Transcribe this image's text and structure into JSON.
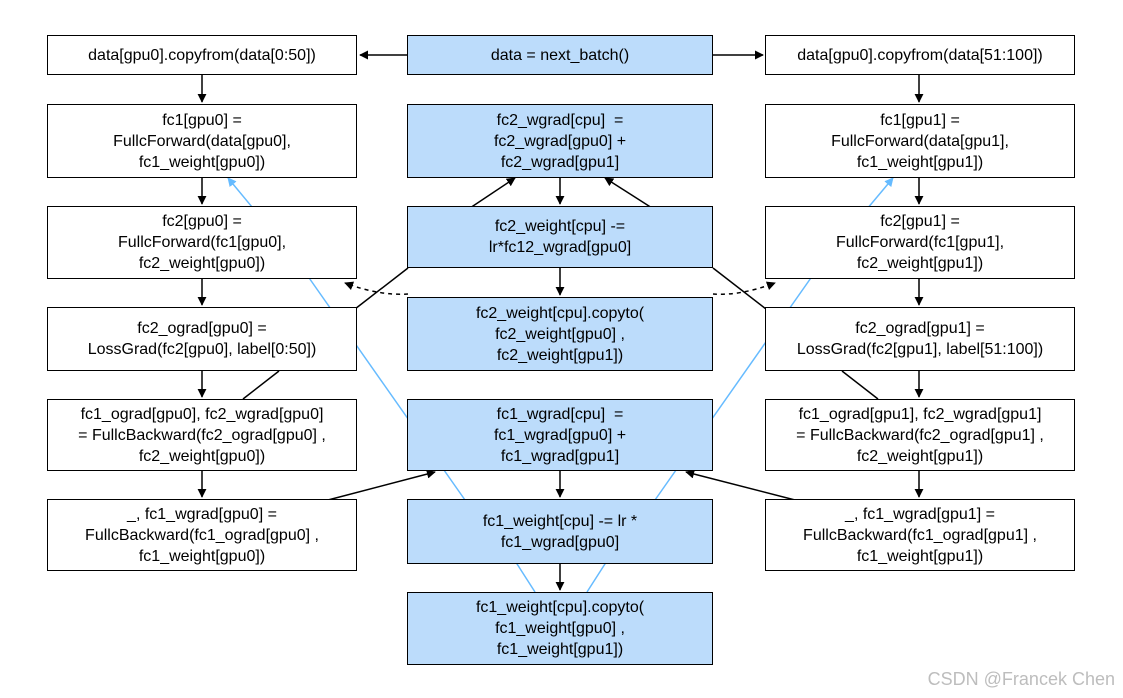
{
  "colors": {
    "box_fill": "#ffffff",
    "box_fill_highlight": "#bcdcfb",
    "edge": "#000000",
    "edge_light": "#66bbff"
  },
  "nodes": {
    "center_next_batch": {
      "lines": [
        "data = next_batch()"
      ]
    },
    "left_copy_data": {
      "lines": [
        "data[gpu0].copyfrom(data[0:50])"
      ]
    },
    "right_copy_data": {
      "lines": [
        "data[gpu0].copyfrom(data[51:100])"
      ]
    },
    "left_fc1_forward": {
      "lines": [
        "fc1[gpu0] =",
        "FullcForward(data[gpu0],",
        "fc1_weight[gpu0])"
      ]
    },
    "left_fc2_forward": {
      "lines": [
        "fc2[gpu0] =",
        "FullcForward(fc1[gpu0],",
        "fc2_weight[gpu0])"
      ]
    },
    "left_loss_grad": {
      "lines": [
        "fc2_ograd[gpu0] =",
        "LossGrad(fc2[gpu0], label[0:50])"
      ]
    },
    "left_fc2_backward": {
      "lines": [
        "fc1_ograd[gpu0], fc2_wgrad[gpu0]",
        "= FullcBackward(fc2_ograd[gpu0] ,",
        "fc2_weight[gpu0])"
      ]
    },
    "left_fc1_backward": {
      "lines": [
        "_, fc1_wgrad[gpu0] =",
        "FullcBackward(fc1_ograd[gpu0] ,",
        "fc1_weight[gpu0])"
      ]
    },
    "right_fc1_forward": {
      "lines": [
        "fc1[gpu1] =",
        "FullcForward(data[gpu1],",
        "fc1_weight[gpu1])"
      ]
    },
    "right_fc2_forward": {
      "lines": [
        "fc2[gpu1] =",
        "FullcForward(fc1[gpu1],",
        "fc2_weight[gpu1])"
      ]
    },
    "right_loss_grad": {
      "lines": [
        "fc2_ograd[gpu1] =",
        "LossGrad(fc2[gpu1], label[51:100])"
      ]
    },
    "right_fc2_backward": {
      "lines": [
        "fc1_ograd[gpu1], fc2_wgrad[gpu1]",
        "= FullcBackward(fc2_ograd[gpu1] ,",
        "fc2_weight[gpu1])"
      ]
    },
    "right_fc1_backward": {
      "lines": [
        "_, fc1_wgrad[gpu1] =",
        "FullcBackward(fc1_ograd[gpu1] ,",
        "fc1_weight[gpu1])"
      ]
    },
    "center_fc2_wgrad_sum": {
      "lines": [
        "fc2_wgrad[cpu]  =",
        "fc2_wgrad[gpu0] +",
        "fc2_wgrad[gpu1]"
      ]
    },
    "center_fc2_weight_update": {
      "lines": [
        "fc2_weight[cpu] -=",
        "lr*fc12_wgrad[gpu0]"
      ]
    },
    "center_fc2_weight_copy": {
      "lines": [
        "fc2_weight[cpu].copyto(",
        "fc2_weight[gpu0] ,",
        "fc2_weight[gpu1])"
      ]
    },
    "center_fc1_wgrad_sum": {
      "lines": [
        "fc1_wgrad[cpu]  =",
        "fc1_wgrad[gpu0] +",
        "fc1_wgrad[gpu1]"
      ]
    },
    "center_fc1_weight_update": {
      "lines": [
        "fc1_weight[cpu] -= lr *",
        "fc1_wgrad[gpu0]"
      ]
    },
    "center_fc1_weight_copy": {
      "lines": [
        "fc1_weight[cpu].copyto(",
        "fc1_weight[gpu0] ,",
        "fc1_weight[gpu1])"
      ]
    }
  },
  "watermark": "CSDN @Francek Chen"
}
